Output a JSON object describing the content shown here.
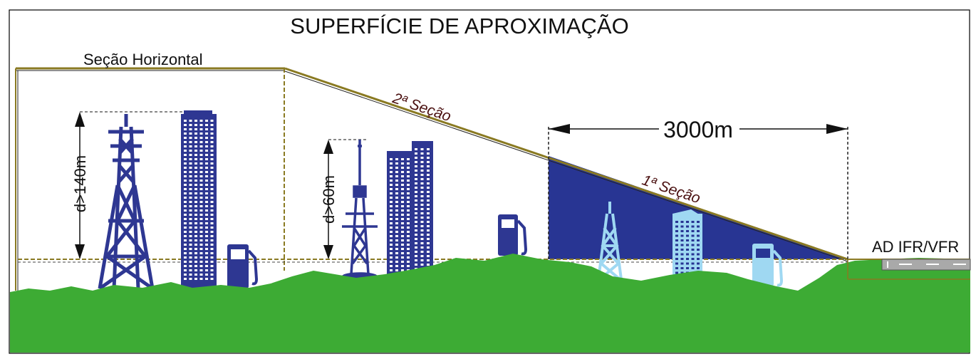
{
  "title": "SUPERFÍCIE DE APROXIMAÇÃO",
  "labels": {
    "horizontal_section": "Seção Horizontal",
    "second_section": "2ª Seção",
    "first_section": "1ª Seção",
    "distance": "3000m",
    "height_tower": "d>140m",
    "height_antenna": "d>60m",
    "aerodrome": "AD IFR/VFR"
  },
  "colors": {
    "obstacle_dark": "#2e3792",
    "obstacle_light": "#9fd8f2",
    "approach_fill": "#283593",
    "terrain": "#3dab34",
    "surface_line": "#8a7a22",
    "section_text": "#4a1010"
  }
}
